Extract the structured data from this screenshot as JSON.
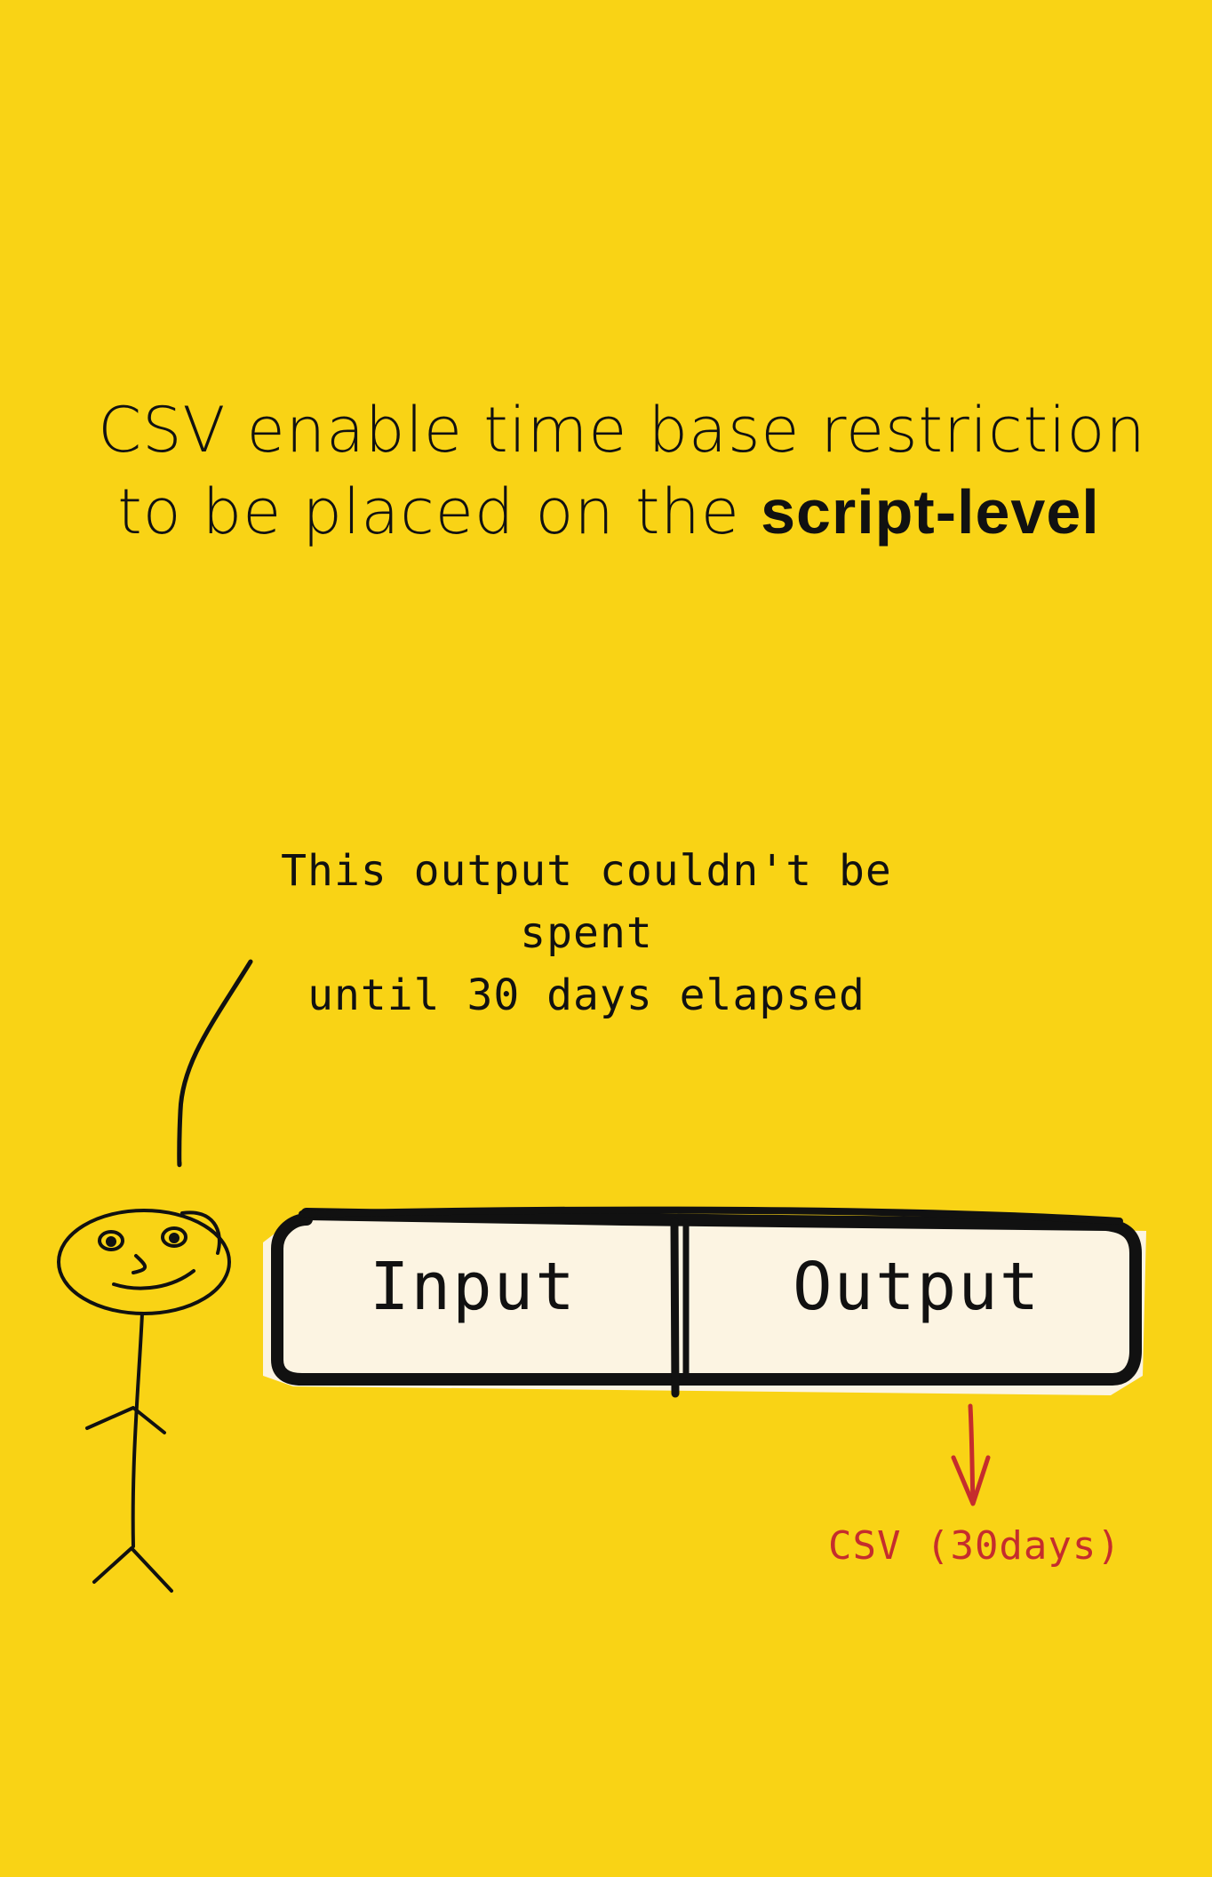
{
  "headline": {
    "line1": "CSV enable time base restriction",
    "line2_prefix": "to be placed on the ",
    "line2_bold": "script-level"
  },
  "callout": {
    "line1": "This output couldn't be spent",
    "line2": "until 30 days elapsed"
  },
  "transaction": {
    "input_label": "Input",
    "output_label": "Output"
  },
  "annotation": {
    "csv_label": "CSV (30days)",
    "color": "#c52d2d"
  },
  "colors": {
    "background": "#f9d315",
    "box_fill": "#fcf4e2",
    "ink": "#111111"
  }
}
